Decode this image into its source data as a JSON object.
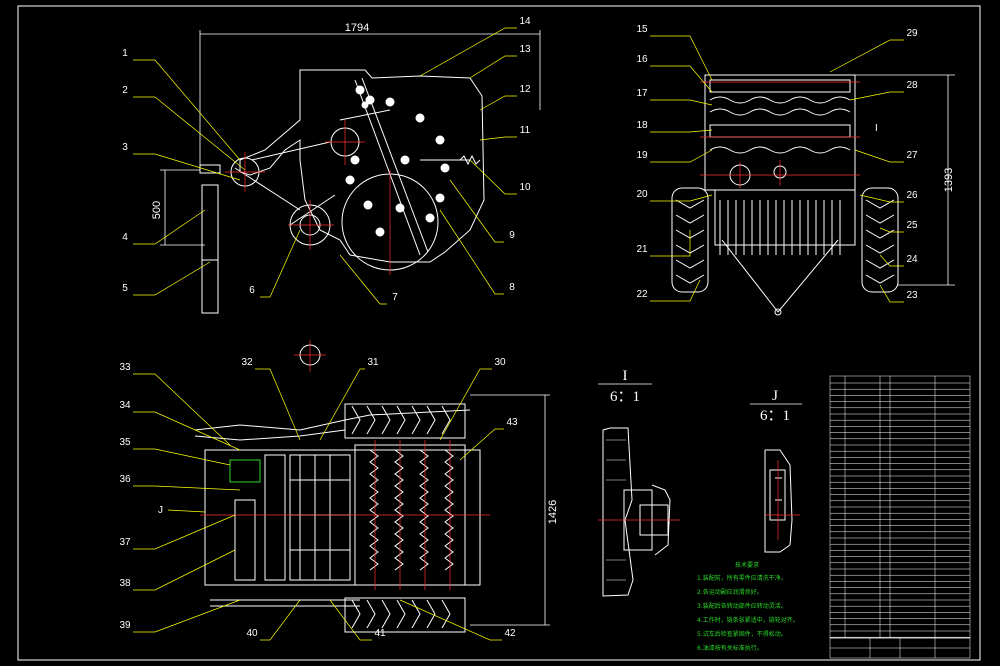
{
  "drawing": {
    "dimensions": {
      "d1794": "1794",
      "d500": "500",
      "d1393": "1393",
      "d1426": "1426"
    },
    "detail_I": {
      "letter": "I",
      "scale": "6：1"
    },
    "detail_J": {
      "letter": "J",
      "scale": "6：1"
    },
    "callout_I": "I",
    "callout_J": "J",
    "part_numbers": [
      "1",
      "2",
      "3",
      "4",
      "5",
      "6",
      "7",
      "8",
      "9",
      "10",
      "11",
      "12",
      "13",
      "14",
      "15",
      "16",
      "17",
      "18",
      "19",
      "20",
      "21",
      "22",
      "23",
      "24",
      "25",
      "26",
      "27",
      "28",
      "29",
      "30",
      "31",
      "32",
      "33",
      "34",
      "35",
      "36",
      "37",
      "38",
      "39",
      "40",
      "41",
      "42",
      "43"
    ],
    "tech_title": "技术要求",
    "tech_notes": [
      "1.装配前，所有零件应清洗干净。",
      "2.各运动副应润滑良好。",
      "3.装配后各转动部件应转动灵活。",
      "4.工作时，链条张紧适中，链轮对齐。",
      "5.试车后检查紧固件，不得松动。",
      "6.油漆按有关标准执行。"
    ]
  },
  "colors": {
    "line": "#ffffff",
    "leader": "#ffff00",
    "center": "#ff3030",
    "note": "#2bd92b"
  }
}
